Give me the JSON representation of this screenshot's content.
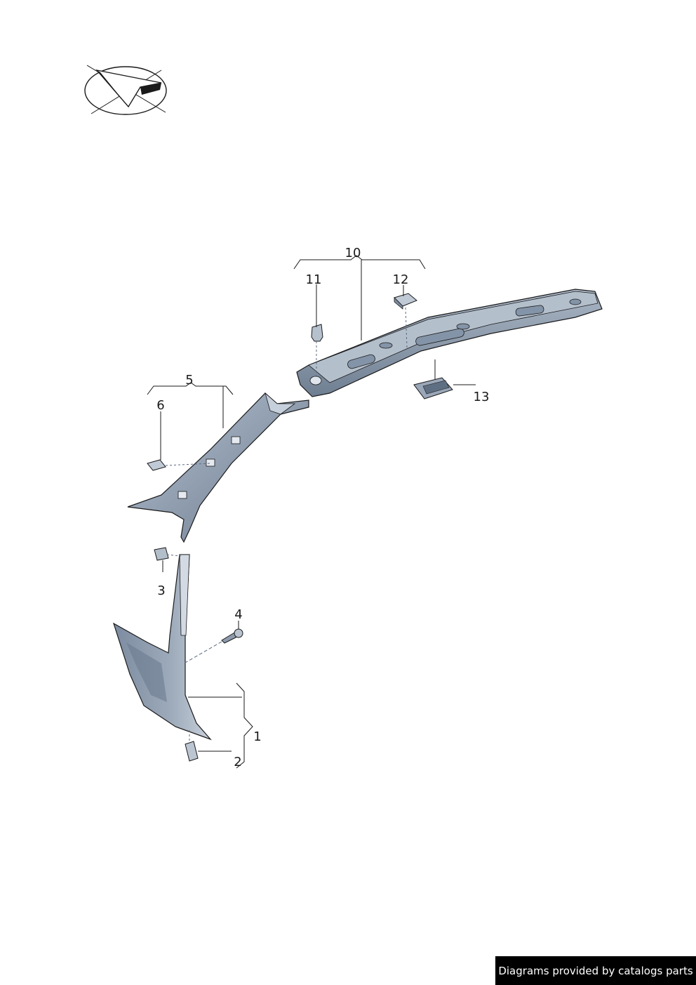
{
  "diagram": {
    "callouts": {
      "c1": "1",
      "c2": "2",
      "c3": "3",
      "c4": "4",
      "c5": "5",
      "c6": "6",
      "c10": "10",
      "c11": "11",
      "c12": "12",
      "c13": "13"
    },
    "colors": {
      "part_fill": "#8c9aac",
      "part_light": "#c3ccd8",
      "part_dark": "#5d6d80",
      "outline": "#1a1a1a",
      "leader": "#1a1a1a"
    }
  },
  "footer": {
    "credit": "Diagrams provided by catalogs parts"
  }
}
